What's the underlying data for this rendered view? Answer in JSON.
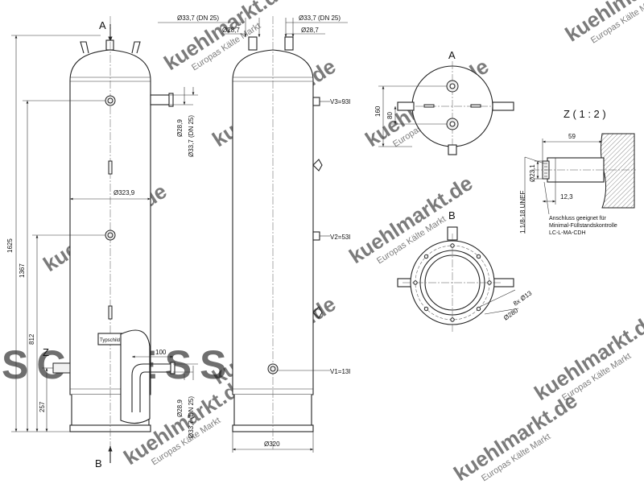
{
  "views": {
    "arrow_a": "A",
    "arrow_b": "B",
    "top_view_label": "A",
    "bottom_view_label": "B",
    "detail_label": "Z",
    "detail_title": "Z ( 1 : 2 )"
  },
  "front_view": {
    "dim_height_total": "1625",
    "dim_height_upper": "1367",
    "dim_height_middle": "812",
    "dim_height_lower": "257",
    "dim_diameter": "Ø323,9",
    "dim_pipe_offset": "100",
    "dim_pipe_outer_top": "Ø33,7 (DN 25)",
    "dim_pipe_inner_top": "Ø28,7",
    "dim_pipe_inner_side": "Ø28,9",
    "dim_pipe_outer_side": "Ø33,7 (DN 25)",
    "dim_pipe_inner_bottom": "Ø28,9",
    "dim_pipe_outer_bottom": "Ø33,7 (DN 25)",
    "nameplate": "Typschild"
  },
  "side_view": {
    "dim_pipe_outer_top": "Ø33,7 (DN 25)",
    "dim_pipe_inner_top": "Ø28,7",
    "level_v3": "V3=93l",
    "level_v2": "V2=53l",
    "level_v1": "V1=13l",
    "dim_base": "Ø320"
  },
  "top_view": {
    "dim_160": "160",
    "dim_80": "80"
  },
  "bottom_view": {
    "dim_holes": "8x Ø13",
    "dim_bolt_circle": "Ø280"
  },
  "detail_z": {
    "dim_59": "59",
    "dim_23": "Ø23,1",
    "dim_12": "12,3",
    "thread": "1.1/8-18 UNEF",
    "note_line1": "Anschluss geeignet für",
    "note_line2": "Minimal-Füllstandskontrolle",
    "note_line3": "LC-L-MA-CDH"
  },
  "watermark": {
    "text": "kuehlmarkt.de",
    "subtext": "Europas Kälte Markt",
    "brand": "SCHIESSL"
  }
}
